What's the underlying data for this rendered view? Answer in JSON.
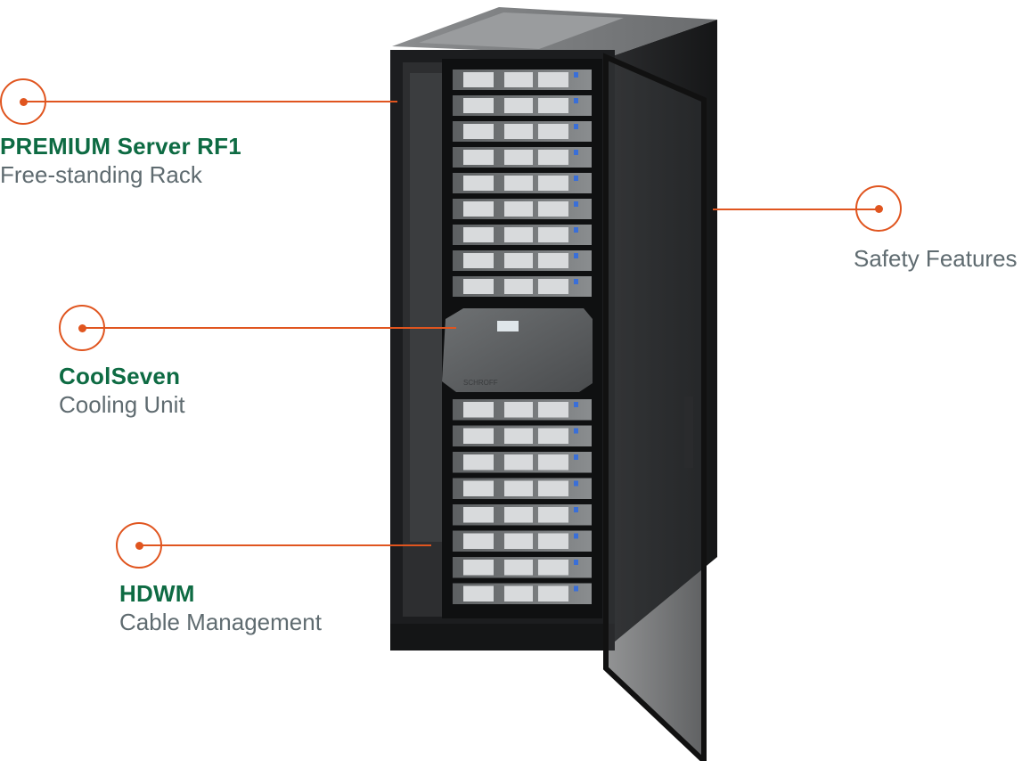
{
  "callouts": [
    {
      "id": "premium",
      "title": "PREMIUM Server RF1",
      "subtitle": "Free-standing Rack"
    },
    {
      "id": "coolseven",
      "title": "CoolSeven",
      "subtitle": "Cooling Unit"
    },
    {
      "id": "hdwm",
      "title": "HDWM",
      "subtitle": "Cable Management"
    },
    {
      "id": "safety",
      "title": "",
      "subtitle": "Safety Features"
    }
  ],
  "cooling_unit": {
    "brand": "SCHROFF"
  },
  "colors": {
    "accent": "#e0551f",
    "title_green": "#0e6b43",
    "subtitle_grey": "#5f6b70",
    "rack_black": "#1c1d1f"
  }
}
